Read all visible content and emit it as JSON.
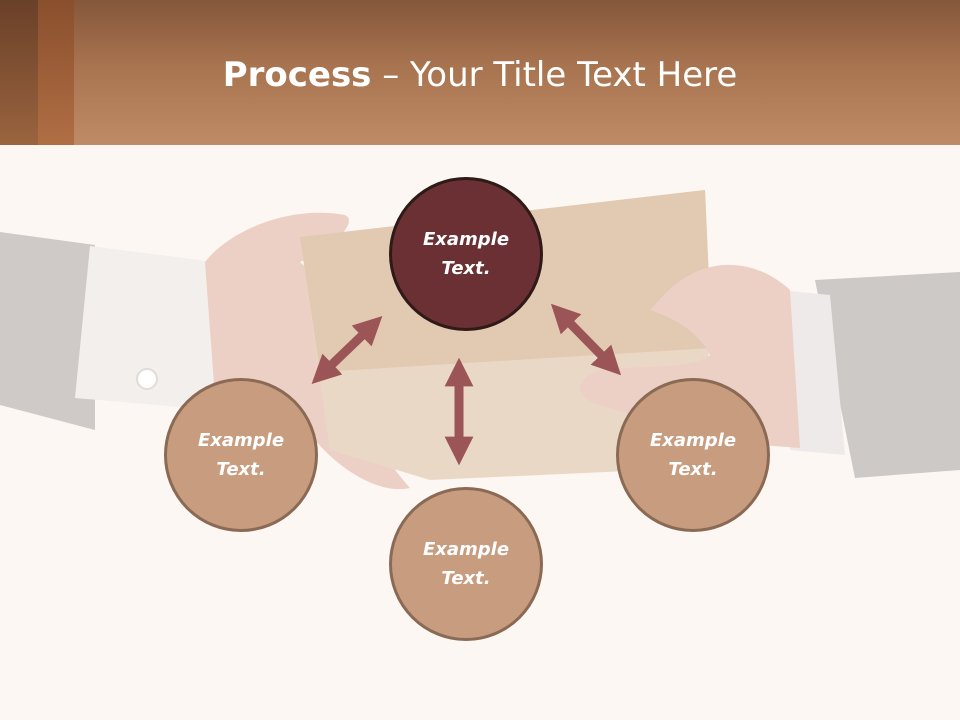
{
  "slide": {
    "title_bold": "Process",
    "title_rest": " – Your Title Text Here"
  },
  "diagram": {
    "nodes": {
      "top": "Example\nText.",
      "left": "Example\nText.",
      "bottom": "Example\nText.",
      "right": "Example\nText."
    }
  },
  "colors": {
    "header": "#bf8b67",
    "primary_circle": "#6b3033",
    "secondary_circle": "#c89c7f",
    "arrow": "#9b5556",
    "background": "#fcf7f3"
  }
}
